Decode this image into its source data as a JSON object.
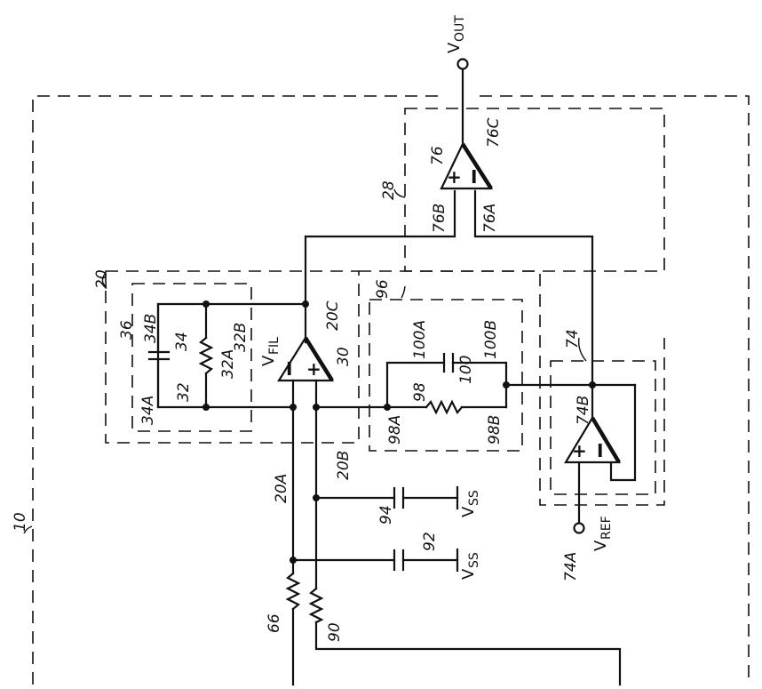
{
  "diagram": {
    "refs": {
      "outer": "10",
      "stage20": "20",
      "r20a": "20A",
      "r20b": "20B",
      "r20c": "20C",
      "r28": "28",
      "r30": "30",
      "r32": "32",
      "r32a": "32A",
      "r32b": "32B",
      "r34": "34",
      "r34a": "34A",
      "r34b": "34B",
      "r36": "36",
      "r66": "66",
      "r74": "74",
      "r74a": "74A",
      "r74b": "74B",
      "r76": "76",
      "r76a": "76A",
      "r76b": "76B",
      "r76c": "76C",
      "r90": "90",
      "r92": "92",
      "r94": "94",
      "r96": "96",
      "r98": "98",
      "r98a": "98A",
      "r98b": "98B",
      "r100": "100",
      "r100a": "100A",
      "r100b": "100B"
    },
    "signals": {
      "v_out_main": "V",
      "v_out_sub": "OUT",
      "v_fil_main": "V",
      "v_fil_sub": "FIL",
      "v_ref_main": "V",
      "v_ref_sub": "REF",
      "vss1_main": "V",
      "vss1_sub": "SS",
      "vss2_main": "V",
      "vss2_sub": "SS"
    },
    "opamp_signs": {
      "plus": "+",
      "minus": "I"
    }
  }
}
